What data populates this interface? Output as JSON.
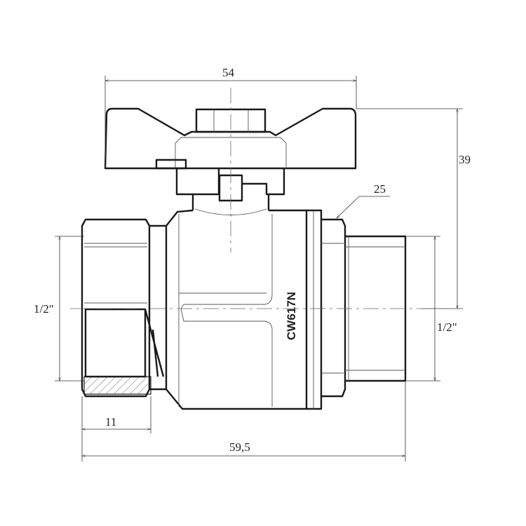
{
  "drawing": {
    "title": "Ball valve technical drawing",
    "material_marking": "CW617N",
    "dimensions": {
      "handle_width": "54",
      "height": "39",
      "wrench": "25",
      "thread_left": "1/2\"",
      "thread_right": "1/2\"",
      "thread_depth": "11",
      "total_length": "59,5"
    },
    "colors": {
      "line": "#1a1a1a",
      "background": "#ffffff"
    }
  }
}
